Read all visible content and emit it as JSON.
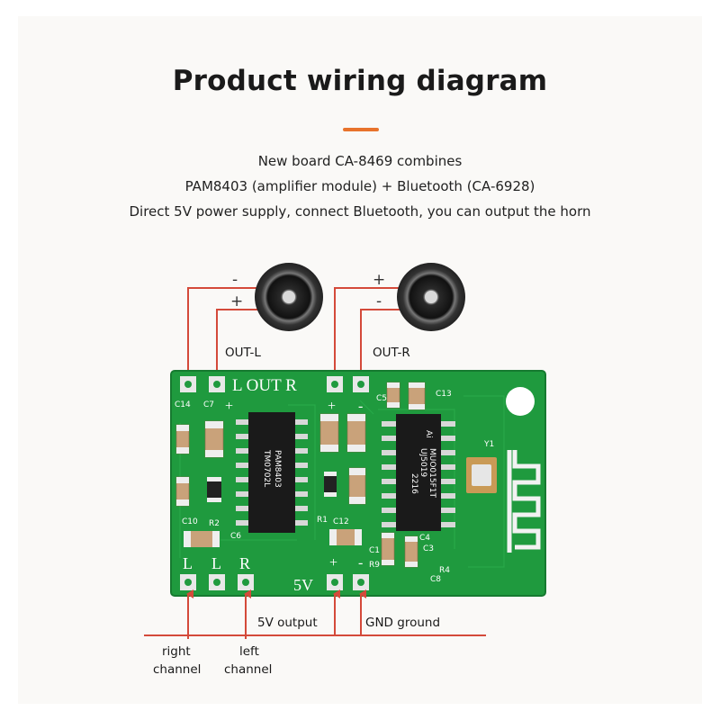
{
  "title": "Product wiring diagram",
  "description": [
    "New board CA-8469 combines",
    "PAM8403 (amplifier module) + Bluetooth (CA-6928)",
    "Direct 5V power supply, connect Bluetooth, you can output the horn"
  ],
  "speakers": {
    "left": {
      "label": "OUT-L",
      "top_sign": "-",
      "bottom_sign": "+"
    },
    "right": {
      "label": "OUT-R",
      "top_sign": "+",
      "bottom_sign": "-"
    }
  },
  "board": {
    "silk_top": "L OUT R",
    "silk_top_plus_left": "+",
    "silk_top_plus_mid": "+",
    "silk_top_minus_mid": "-",
    "silk_bottom_l1": "L",
    "silk_bottom_l2": "L",
    "silk_bottom_r": "R",
    "silk_5v": "5V",
    "silk_plus": "+",
    "silk_minus": "-",
    "components": {
      "c14": "C14",
      "c7": "C7",
      "c5": "C5",
      "c13": "C13",
      "c10": "C10",
      "r2": "R2",
      "c6": "C6",
      "r1": "R1",
      "c12": "C12",
      "c4": "C4",
      "c3": "C3",
      "c1": "C1",
      "r9": "R9",
      "r4": "R4",
      "c8": "C8",
      "y1": "Y1"
    },
    "chip_left": [
      "PAM8403",
      "TM0702L"
    ],
    "chip_right": [
      "Ai",
      "MUO015F1T",
      "UJ5019",
      "2216"
    ]
  },
  "labels": {
    "five_v_output": "5V output",
    "gnd_ground": "GND ground",
    "right_channel": [
      "right",
      "channel"
    ],
    "left_channel": [
      "left",
      "channel"
    ]
  },
  "colors": {
    "wire": "#d44a3a",
    "pcb": "#1f9a3e",
    "accent": "#e8732c"
  }
}
